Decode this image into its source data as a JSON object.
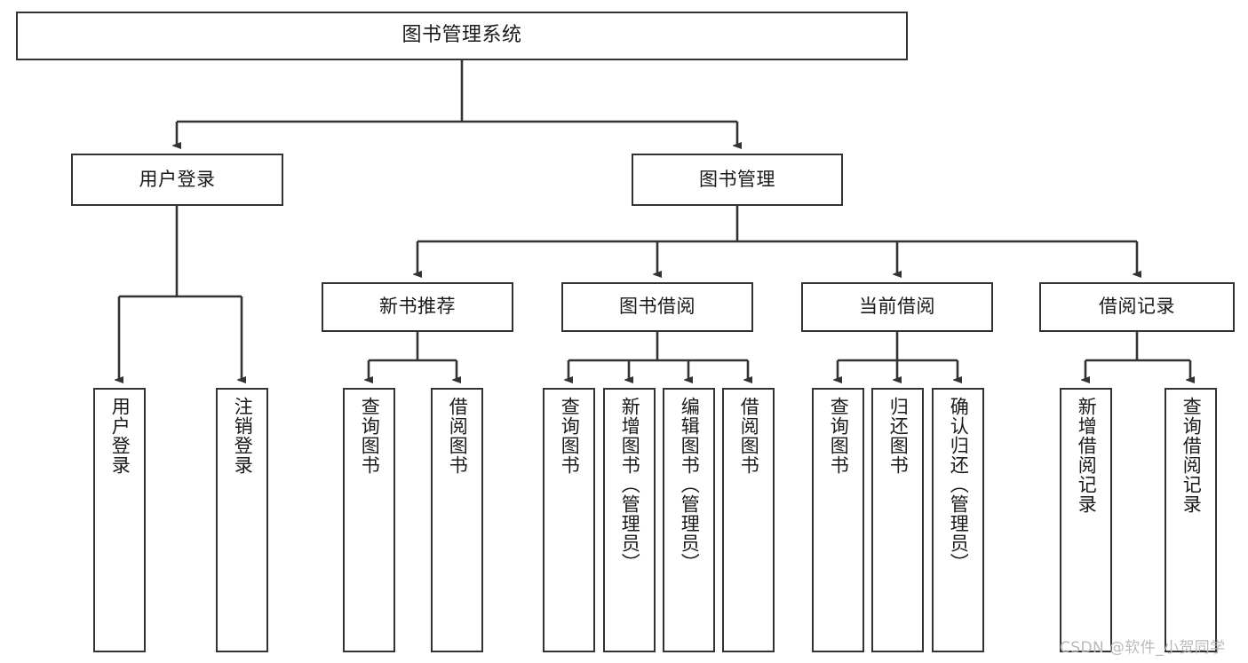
{
  "diagram": {
    "title": "图书管理系统",
    "type": "hierarchy-tree",
    "background": "#ffffff",
    "line_color": "#333333",
    "box_fill": "#ffffff",
    "text_color": "#1a1a1a"
  },
  "nodes": {
    "root": {
      "label": "图书管理系统"
    },
    "level2": [
      {
        "label": "用户登录"
      },
      {
        "label": "图书管理"
      }
    ],
    "level3": [
      {
        "label": "新书推荐"
      },
      {
        "label": "图书借阅"
      },
      {
        "label": "当前借阅"
      },
      {
        "label": "借阅记录"
      }
    ],
    "leaves": {
      "user_login": [
        {
          "label": "用户登录"
        },
        {
          "label": "注销登录"
        }
      ],
      "new_book": [
        {
          "label": "查询图书"
        },
        {
          "label": "借阅图书"
        }
      ],
      "book_borrow": [
        {
          "label": "查询图书"
        },
        {
          "label": "新增图书（管理员）"
        },
        {
          "label": "编辑图书（管理员）"
        },
        {
          "label": "借阅图书"
        }
      ],
      "current_borrow": [
        {
          "label": "查询图书"
        },
        {
          "label": "归还图书"
        },
        {
          "label": "确认归还（管理员）"
        }
      ],
      "borrow_record": [
        {
          "label": "新增借阅记录"
        },
        {
          "label": "查询借阅记录"
        }
      ]
    }
  },
  "watermark": {
    "text": "CSDN @软件_小贺同学"
  }
}
